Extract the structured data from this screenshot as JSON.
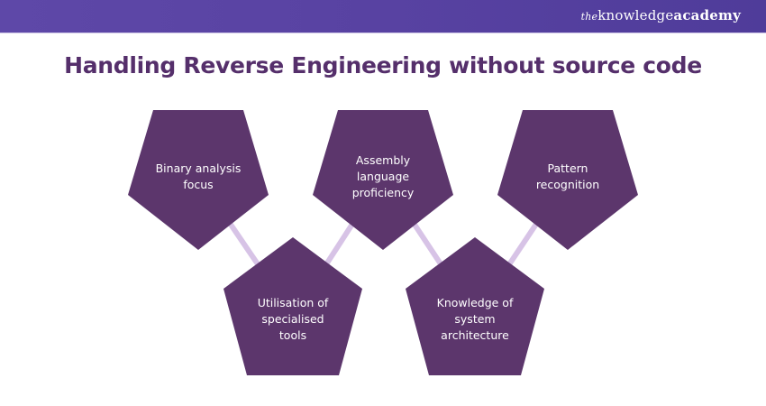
{
  "header": {
    "logo_prefix": "the",
    "logo_main": "knowledge",
    "logo_suffix": "academy"
  },
  "title": "Handling Reverse Engineering without source code",
  "colors": {
    "header_band": "#5b44a6",
    "title": "#552f6b",
    "node_fill": "#5c366c",
    "connector": "#d7c3e6",
    "node_text": "#ffffff"
  },
  "nodes": [
    {
      "id": "binary-analysis",
      "orientation": "down",
      "lines": [
        "Binary analysis",
        "focus"
      ]
    },
    {
      "id": "specialised-tools",
      "orientation": "up",
      "lines": [
        "Utilisation of",
        "specialised",
        "tools"
      ]
    },
    {
      "id": "assembly-language",
      "orientation": "down",
      "lines": [
        "Assembly",
        "language",
        "proficiency"
      ]
    },
    {
      "id": "system-architecture",
      "orientation": "up",
      "lines": [
        "Knowledge of",
        "system",
        "architecture"
      ]
    },
    {
      "id": "pattern-recognition",
      "orientation": "down",
      "lines": [
        "Pattern",
        "recognition"
      ]
    }
  ],
  "connections": [
    [
      "binary-analysis",
      "specialised-tools"
    ],
    [
      "specialised-tools",
      "assembly-language"
    ],
    [
      "assembly-language",
      "system-architecture"
    ],
    [
      "system-architecture",
      "pattern-recognition"
    ]
  ]
}
